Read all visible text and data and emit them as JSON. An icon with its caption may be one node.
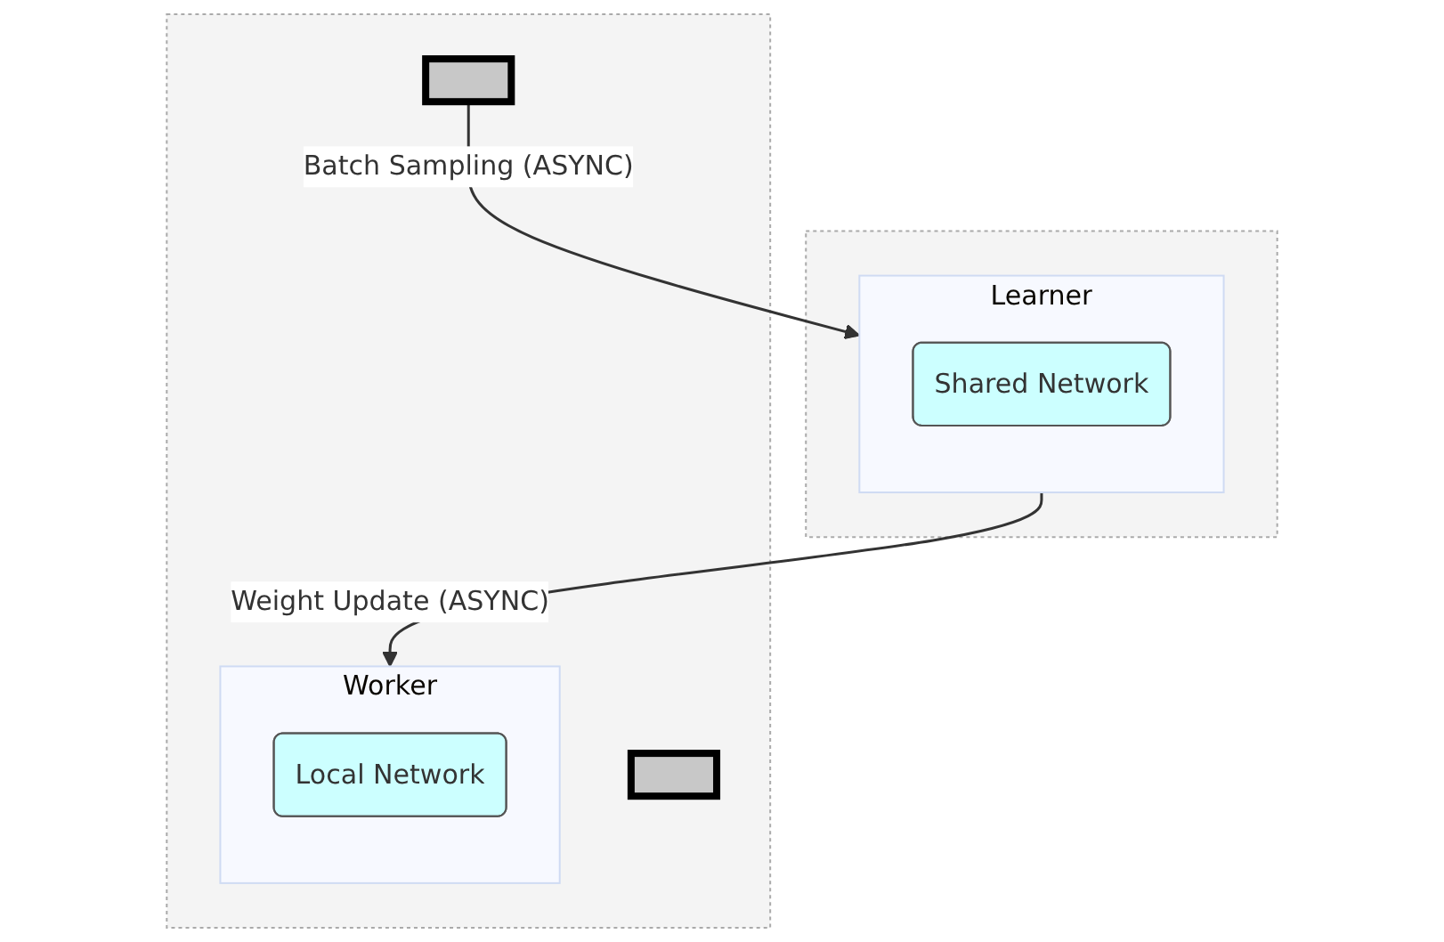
{
  "diagram": {
    "nodes": [
      {
        "text": [],
        "shape": "box"
      },
      {
        "text": [
          "Learner"
        ],
        "in": 0
      },
      {
        "text": [
          "Shared Network"
        ],
        "in": 1
      },
      {
        "text": [],
        "shape": "box"
      },
      {
        "text": [
          "Worker"
        ],
        "in": 3
      },
      {
        "text": [
          "Local Network"
        ],
        "in": 4
      },
      {
        "text": [],
        "shape": "box",
        "in": 3
      },
      {
        "text": [],
        "shape": "box",
        "in": 3
      }
    ],
    "edges": [
      {
        "from": 1,
        "to": 4,
        "arrow": "to",
        "label": "Weight Update (ASYNC)"
      },
      {
        "from": 7,
        "to": 1,
        "arrow": "to",
        "label": "Batch Sampling (ASYNC)"
      }
    ]
  }
}
